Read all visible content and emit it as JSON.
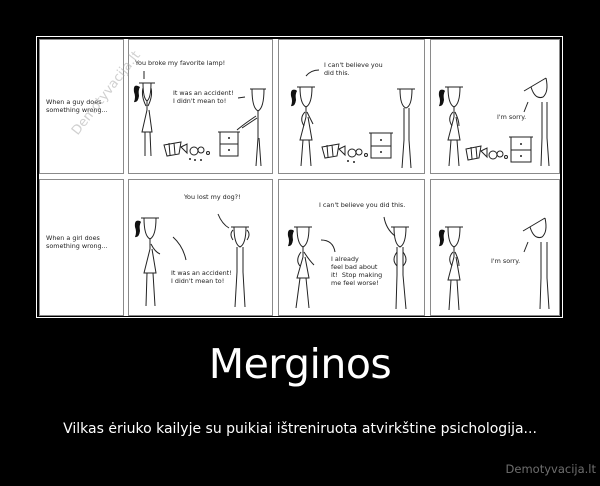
{
  "comic": {
    "rows": [
      {
        "caption": "When a guy does\nsomething wrong...",
        "panels": [
          {
            "lines": [
              {
                "text": "You broke my favorite lamp!"
              },
              {
                "text": "It was an accident!\nI didn't mean to!"
              }
            ]
          },
          {
            "lines": [
              {
                "text": "I can't believe you\ndid this."
              }
            ]
          },
          {
            "lines": [
              {
                "text": "I'm sorry."
              }
            ]
          }
        ]
      },
      {
        "caption": "When a girl does\nsomething wrong...",
        "panels": [
          {
            "lines": [
              {
                "text": "You lost my dog?!"
              },
              {
                "text": "It was an accident!\nI didn't mean to!"
              }
            ]
          },
          {
            "lines": [
              {
                "text": "I can't believe you did this."
              },
              {
                "text": "I already\nfeel bad about\nit!  Stop making\nme feel worse!"
              }
            ]
          },
          {
            "lines": [
              {
                "text": "I'm sorry."
              }
            ]
          }
        ]
      }
    ],
    "watermark": "Demotyvacija.lt"
  },
  "poster": {
    "title": "Merginos",
    "subtitle": "Vilkas ėriuko kailyje su puikiai ištreniruota atvirkštine psichologija...",
    "brand": "Demotyvacija.lt"
  },
  "colors": {
    "background": "#000000",
    "frame": "#ffffff",
    "panel_border": "#8a8a8a",
    "brand_text": "#6e6e6e"
  }
}
